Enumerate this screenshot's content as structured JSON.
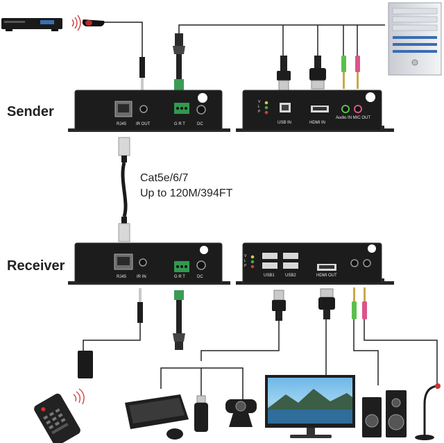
{
  "labels": {
    "sender": "Sender",
    "receiver": "Receiver",
    "cable_type": "Cat5e/6/7",
    "cable_distance": "Up to 120M/394FT"
  },
  "sender_front": {
    "rj45": "RJ45",
    "ir_out": "IR OUT",
    "grt": "G R T",
    "dc": "DC"
  },
  "sender_back": {
    "usb_in": "USB IN",
    "hdmi_in": "HDMI IN",
    "audio_mic": "Audio IN MIC OUT",
    "led_v": "V",
    "led_l": "L",
    "led_p": "P"
  },
  "receiver_front": {
    "rj45": "RJ45",
    "ir_in": "IR IN",
    "grt": "G R T",
    "dc": "DC"
  },
  "receiver_back": {
    "usb1": "USB1",
    "usb2": "USB2",
    "hdmi_out": "HDMI OUT",
    "led_v": "V",
    "led_l": "L",
    "led_p": "P"
  },
  "colors": {
    "device_body": "#1c1c1c",
    "port_label": "#e8e8e8",
    "led_v": "#d4c84a",
    "led_l": "#3fa84a",
    "led_p": "#d63a3a",
    "terminal_green": "#2e9a4e",
    "audio_green": "#5bbf4c",
    "audio_pink": "#d9568a",
    "cable": "#222222"
  },
  "icons": {
    "dvd_player": "dvd-player-icon",
    "ir_receiver": "ir-receiver-icon",
    "pc_tower": "pc-tower-icon",
    "remote": "remote-control-icon",
    "keyboard": "keyboard-icon",
    "mouse": "mouse-icon",
    "usb_drive": "usb-drive-icon",
    "webcam": "webcam-icon",
    "monitor": "monitor-icon",
    "speakers": "speakers-icon",
    "microphone": "microphone-icon"
  }
}
